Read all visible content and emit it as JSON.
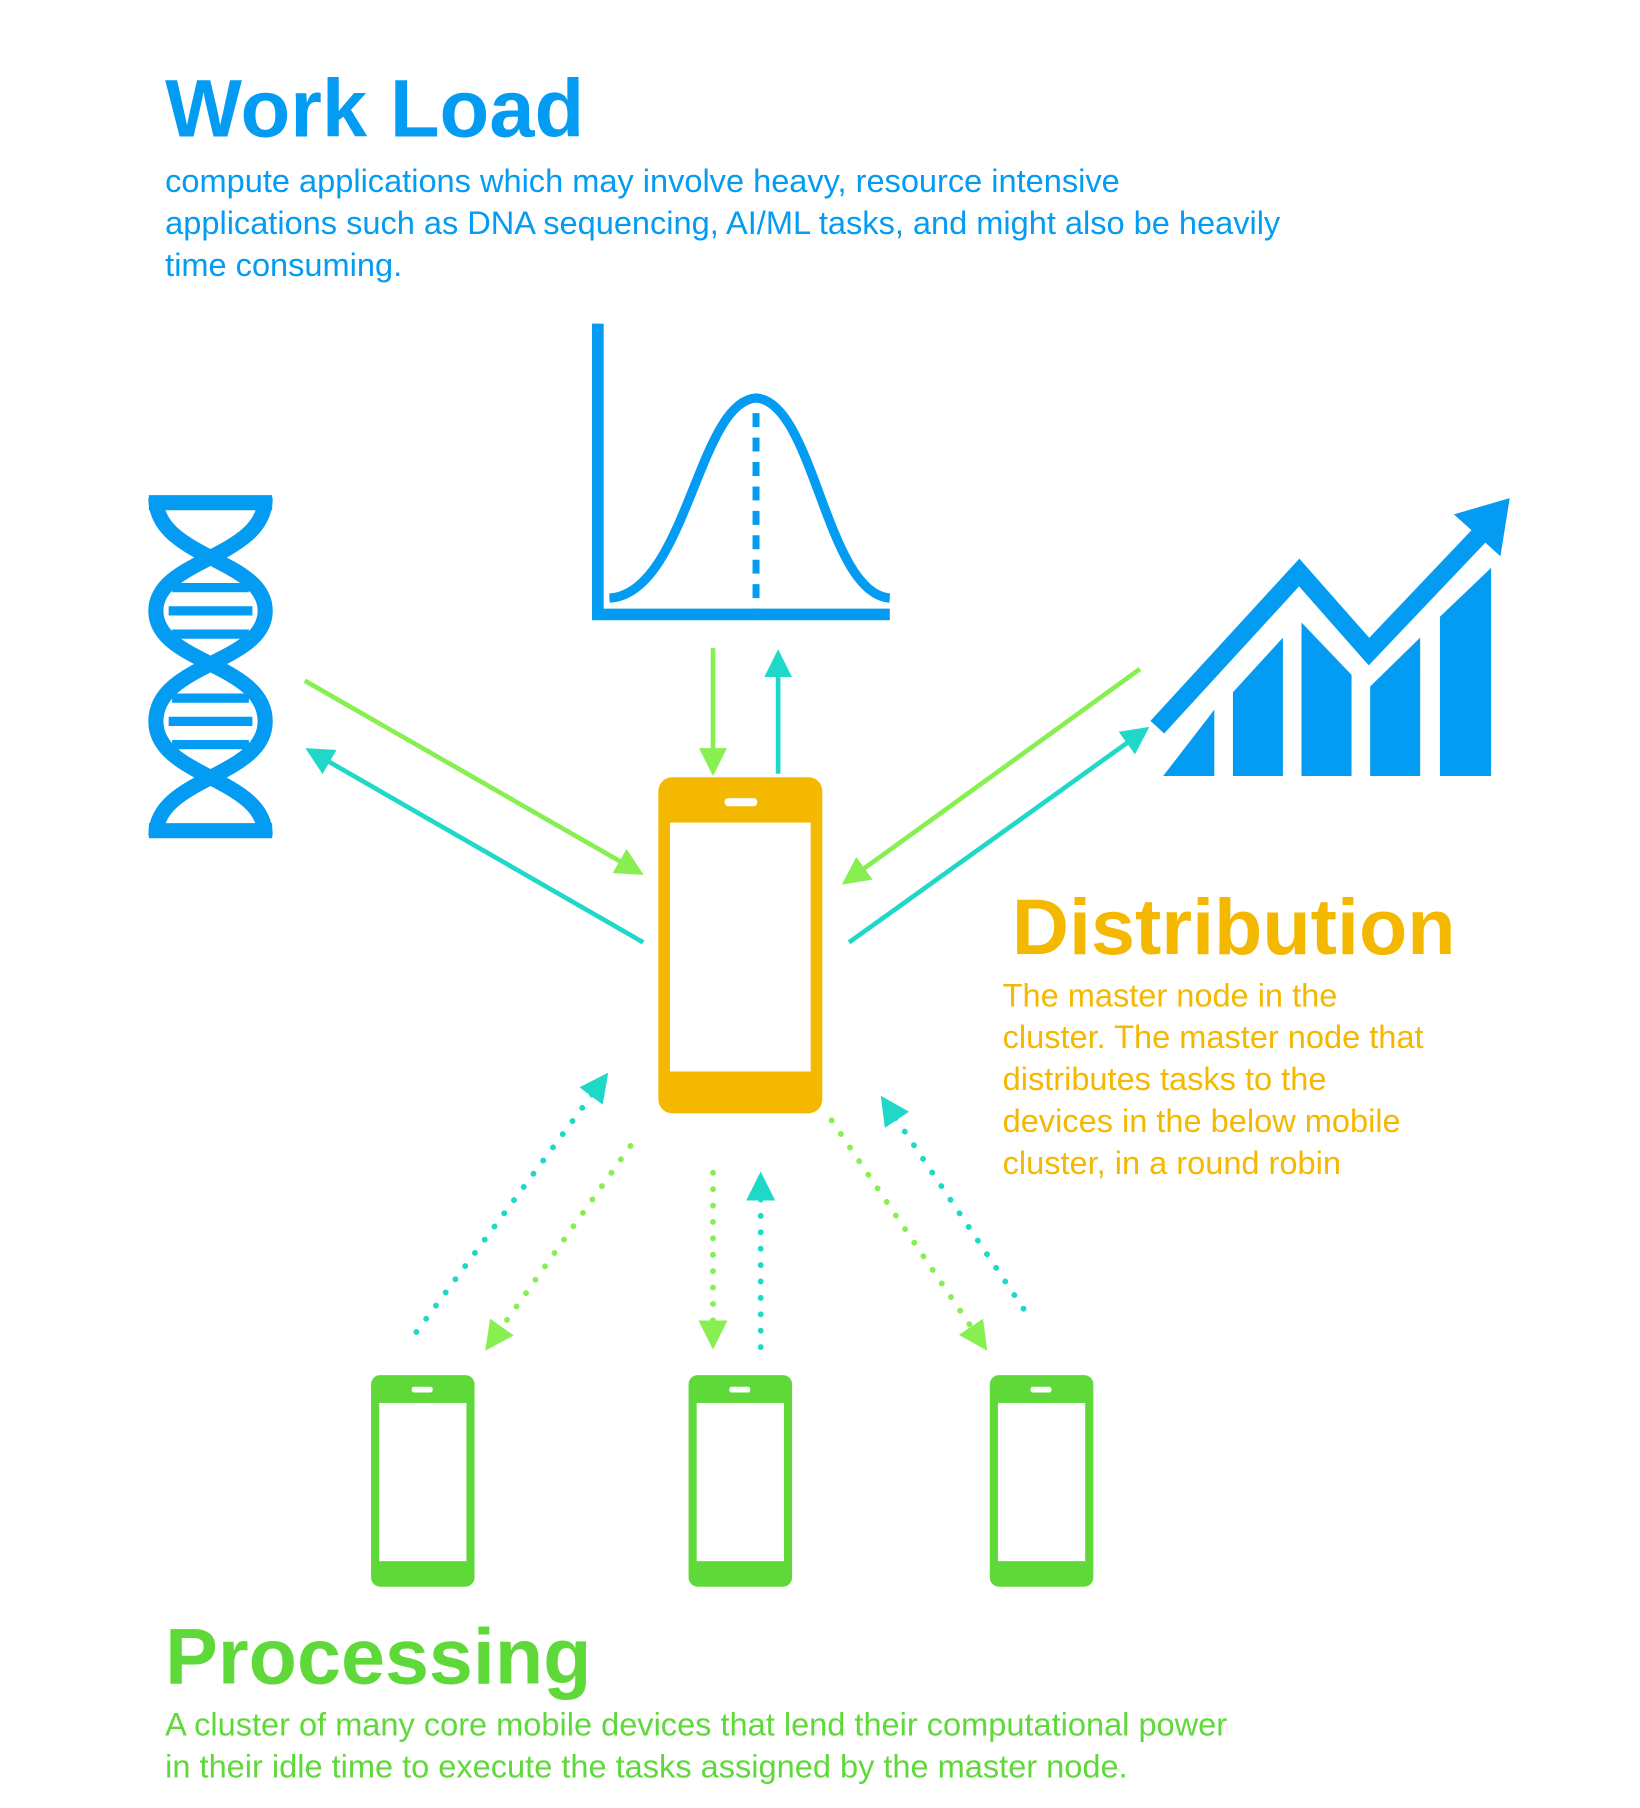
{
  "colors": {
    "blue": "#049cf2",
    "orange": "#f5b800",
    "green": "#5fd93a",
    "arrow_green": "#88ef50",
    "arrow_teal": "#1fd8c8"
  },
  "workload": {
    "title": "Work Load",
    "lines": [
      "compute applications which may involve heavy, resource intensive",
      "applications such as DNA sequencing, AI/ML tasks, and might also be heavily",
      "time consuming."
    ]
  },
  "distribution": {
    "title": "Distribution",
    "lines": [
      "The master node in the",
      "cluster. The master node that",
      "distributes tasks to the",
      "devices in the below mobile",
      "cluster, in a round robin"
    ]
  },
  "processing": {
    "title": "Processing",
    "lines": [
      "A cluster of many core mobile devices that lend their computational power",
      "in their idle time to execute the tasks assigned by the master node."
    ]
  },
  "icons": [
    "dna-icon",
    "bell-curve-chart-icon",
    "growth-chart-icon",
    "master-phone-icon",
    "worker-phone-icon"
  ]
}
